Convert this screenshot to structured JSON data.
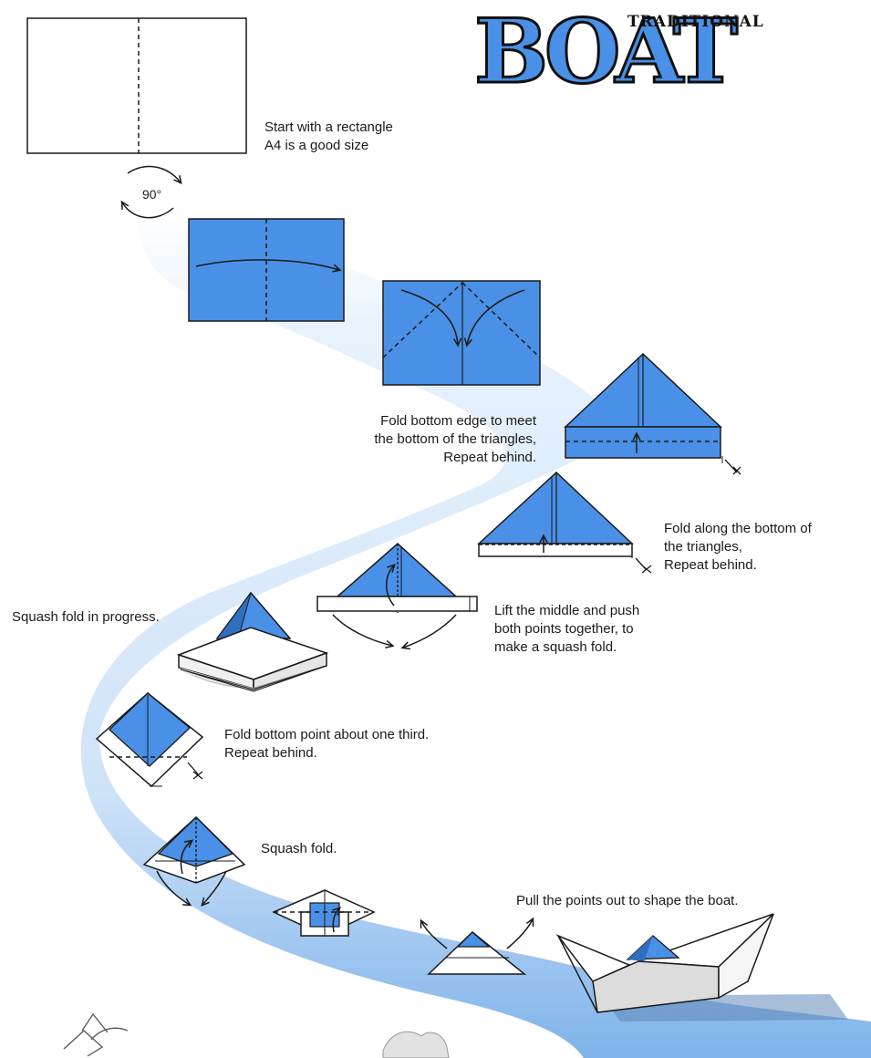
{
  "title": {
    "small": "TRADITIONAL",
    "main": "BOAT"
  },
  "rotation": {
    "label": "90°"
  },
  "steps": [
    {
      "lines": [
        "Start with a rectangle",
        "A4 is a good size"
      ]
    },
    {
      "lines": [
        "Fold bottom edge to meet",
        "the bottom of the triangles,",
        "Repeat behind."
      ]
    },
    {
      "lines": [
        "Fold along the bottom of",
        "the triangles,",
        "Repeat behind."
      ]
    },
    {
      "lines": [
        "Squash fold in progress."
      ]
    },
    {
      "lines": [
        "Lift the middle and push",
        "both points together, to",
        "make a squash fold."
      ]
    },
    {
      "lines": [
        "Fold bottom point about one third.",
        "Repeat behind."
      ]
    },
    {
      "lines": [
        "Squash fold."
      ]
    },
    {
      "lines": [
        "Pull the points out to shape the boat."
      ]
    }
  ],
  "colors": {
    "paper_blue": "#4a90e6",
    "river_light": "#e6f1fc",
    "river_dark": "#8dbbed",
    "outline": "#1a1a1a"
  }
}
